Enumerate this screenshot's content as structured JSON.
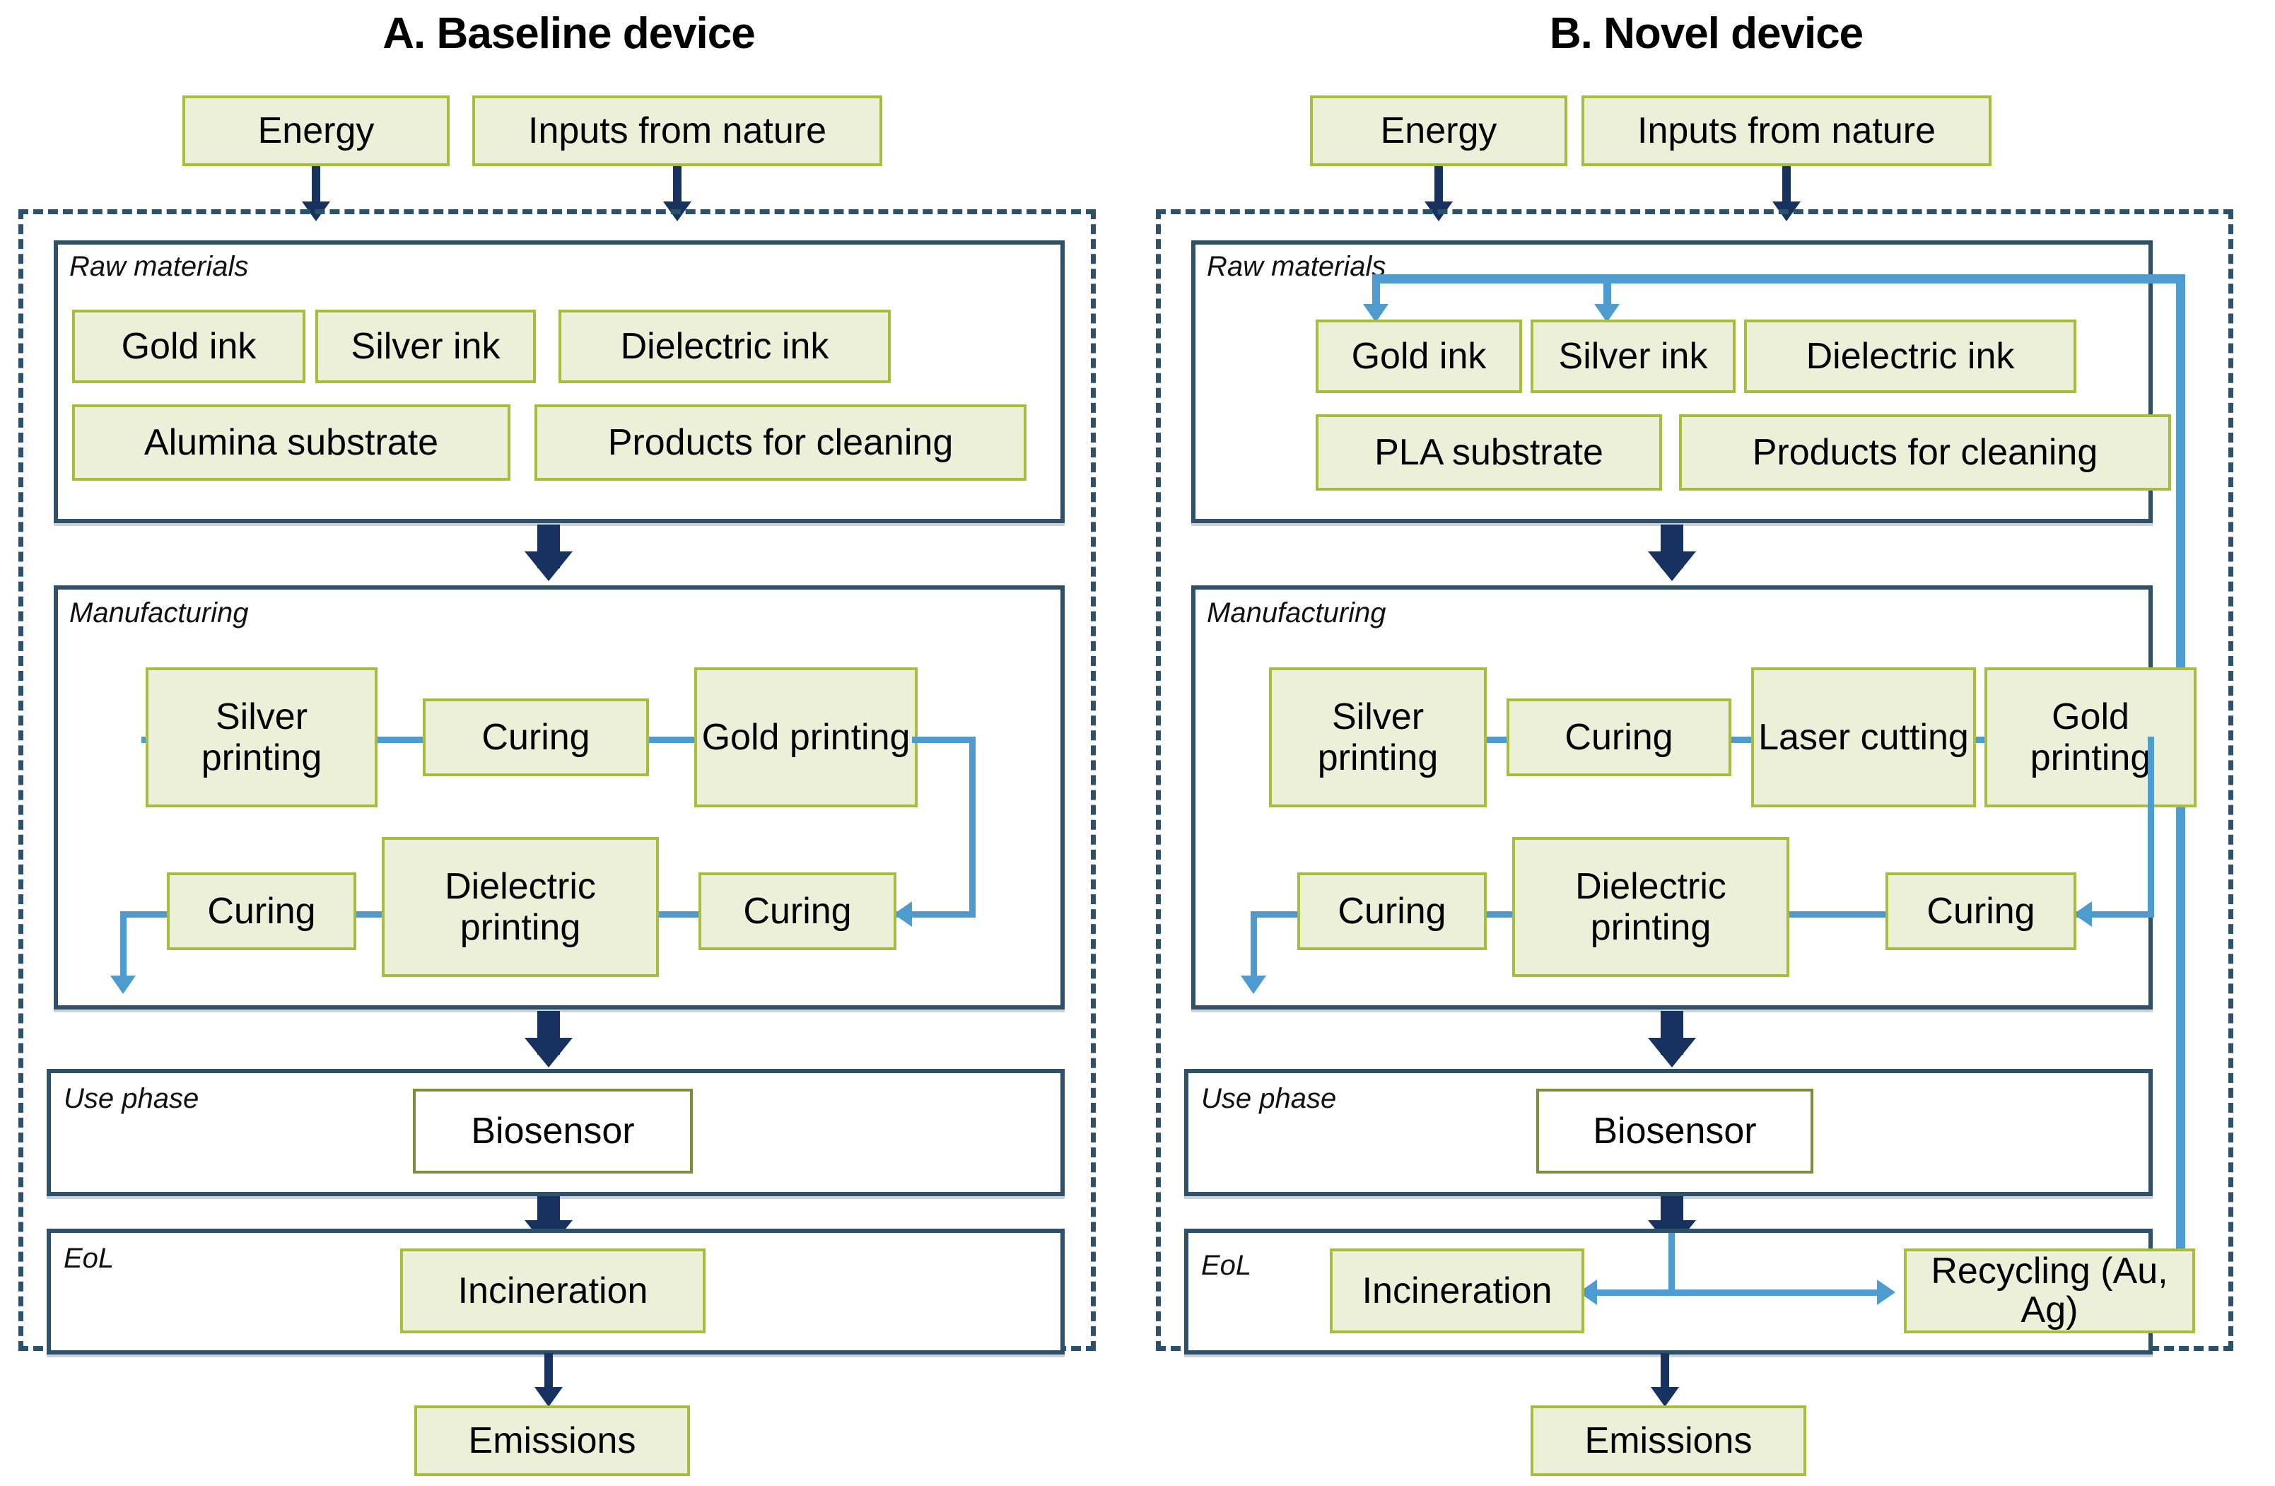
{
  "figure": {
    "type": "process-flow-diagram",
    "panels": [
      {
        "id": "A",
        "title": "A. Baseline device",
        "inputs": [
          {
            "label": "Energy"
          },
          {
            "label": "Inputs from nature"
          }
        ],
        "stages": [
          {
            "name": "raw-materials",
            "label": "Raw materials",
            "items": [
              "Gold ink",
              "Silver ink",
              "Dielectric ink",
              "Alumina substrate",
              "Products for cleaning"
            ]
          },
          {
            "name": "manufacturing",
            "label": "Manufacturing",
            "row1": [
              "Silver printing",
              "Curing",
              "Gold printing"
            ],
            "row2": [
              "Curing",
              "Dielectric printing",
              "Curing"
            ]
          },
          {
            "name": "use-phase",
            "label": "Use phase",
            "items": [
              "Biosensor"
            ]
          },
          {
            "name": "eol",
            "label": "EoL",
            "items": [
              "Incineration"
            ]
          }
        ],
        "output": {
          "label": "Emissions"
        }
      },
      {
        "id": "B",
        "title": "B. Novel device",
        "inputs": [
          {
            "label": "Energy"
          },
          {
            "label": "Inputs from nature"
          }
        ],
        "stages": [
          {
            "name": "raw-materials",
            "label": "Raw materials",
            "items": [
              "Gold ink",
              "Silver ink",
              "Dielectric ink",
              "PLA substrate",
              "Products for cleaning"
            ]
          },
          {
            "name": "manufacturing",
            "label": "Manufacturing",
            "row1": [
              "Silver printing",
              "Curing",
              "Laser cutting",
              "Gold printing"
            ],
            "row2": [
              "Curing",
              "Dielectric printing",
              "Curing"
            ]
          },
          {
            "name": "use-phase",
            "label": "Use phase",
            "items": [
              "Biosensor"
            ]
          },
          {
            "name": "eol",
            "label": "EoL",
            "items": [
              "Incineration",
              "Recycling (Au, Ag)"
            ]
          }
        ],
        "output": {
          "label": "Emissions"
        },
        "recycling_loop": {
          "from": "Recycling (Au, Ag)",
          "to": [
            "Gold ink",
            "Silver ink"
          ]
        }
      }
    ]
  },
  "colors": {
    "box_fill": "#EDF0D9",
    "box_border": "#A9BD3C",
    "stage_border": "#2E5068",
    "navy_arrow": "#17325E",
    "blue_arrow": "#4E9BD0",
    "background": "#FFFFFF",
    "text": "#000000"
  }
}
